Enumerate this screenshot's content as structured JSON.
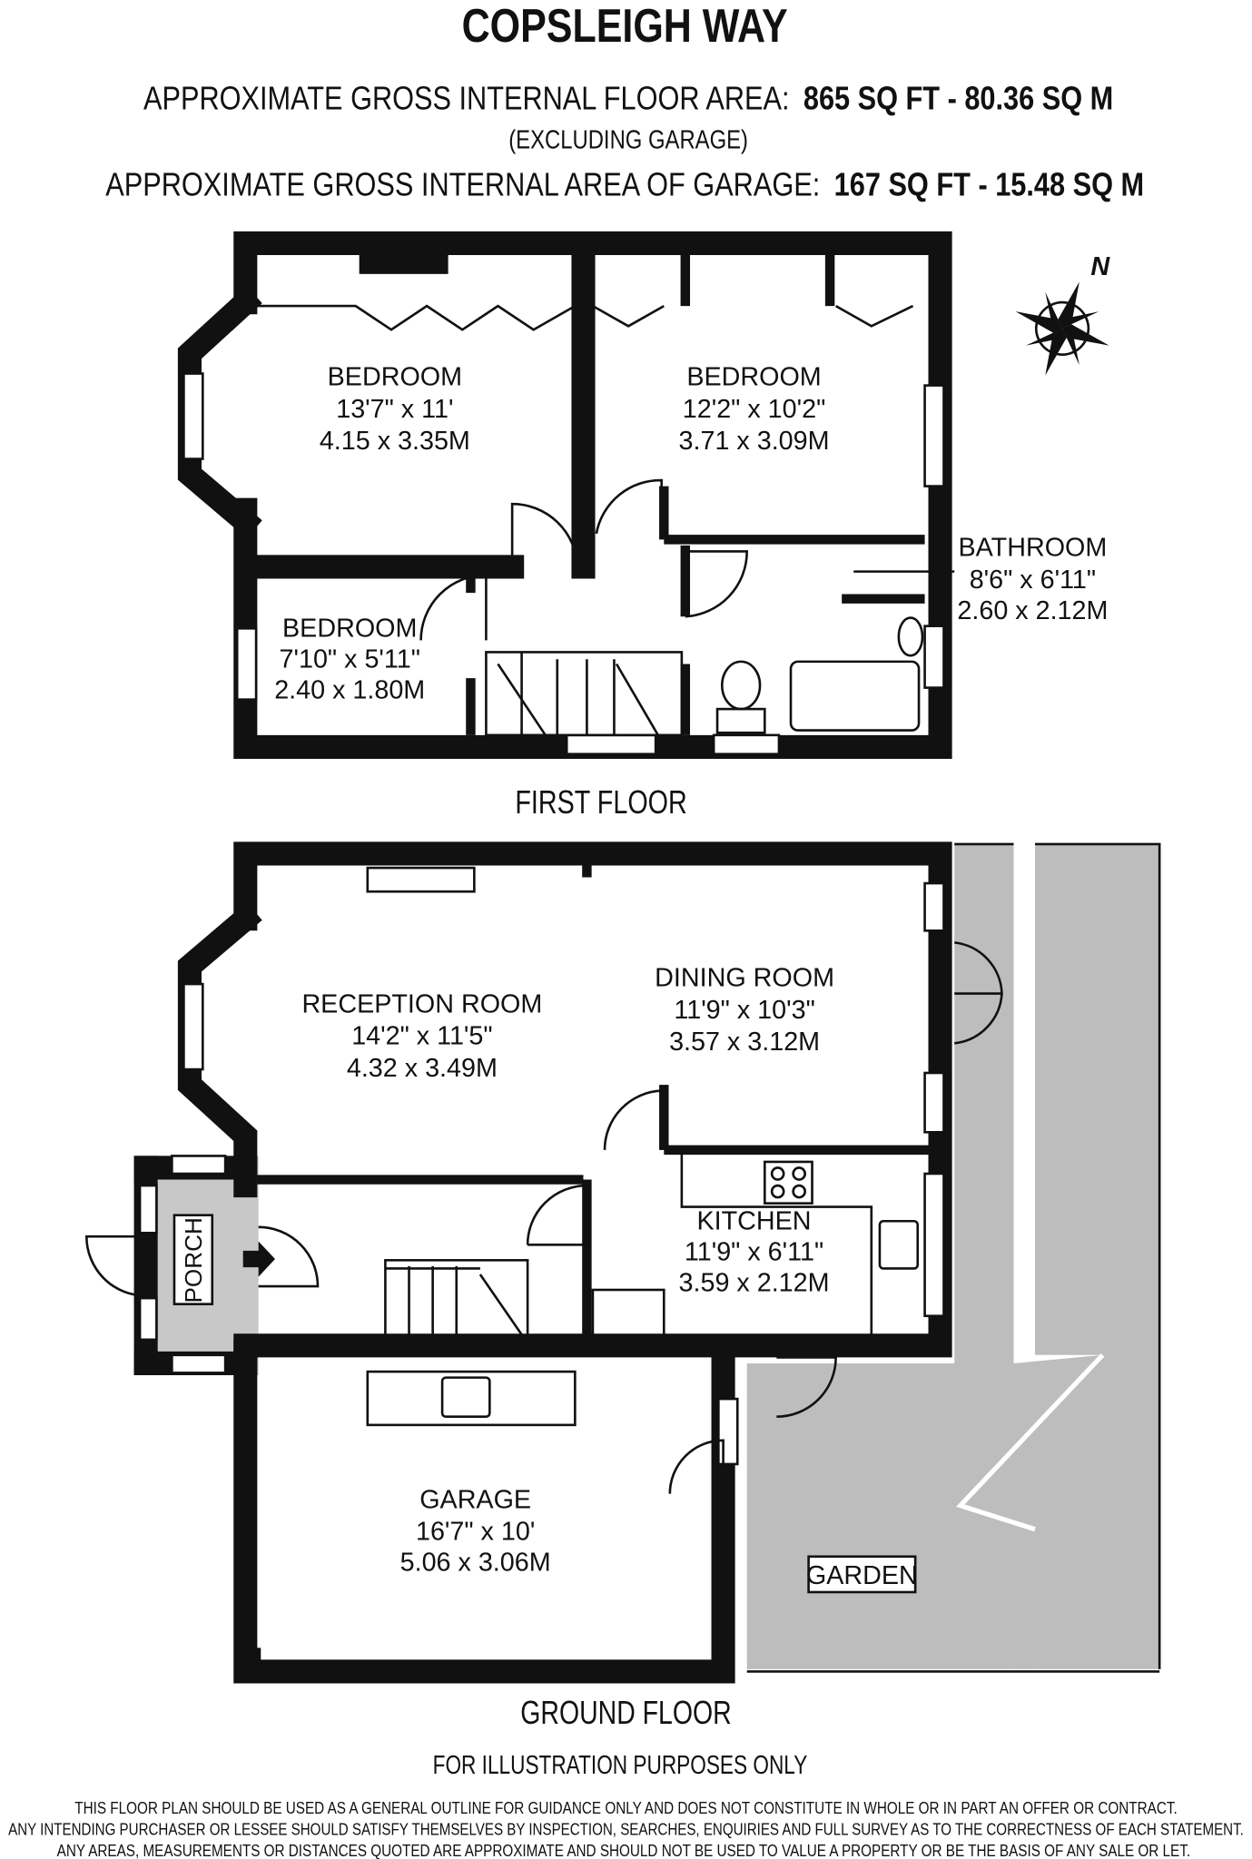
{
  "header": {
    "title": "COPSLEIGH WAY",
    "floor_area_label": "APPROXIMATE GROSS INTERNAL FLOOR AREA:",
    "floor_area_value": "865 SQ FT  -  80.36 SQ M",
    "excluding": "(EXCLUDING GARAGE)",
    "garage_area_label": "APPROXIMATE GROSS INTERNAL AREA OF GARAGE:",
    "garage_area_value": "167 SQ FT  -  15.48 SQ M"
  },
  "compass": {
    "north": "N"
  },
  "first_floor": {
    "label": "FIRST FLOOR",
    "rooms": [
      {
        "name": "BEDROOM",
        "imperial": "13'7\" x 11'",
        "metric": "4.15 x 3.35M"
      },
      {
        "name": "BEDROOM",
        "imperial": "12'2\" x 10'2\"",
        "metric": "3.71 x 3.09M"
      },
      {
        "name": "BEDROOM",
        "imperial": "7'10\" x 5'11\"",
        "metric": "2.40 x 1.80M"
      },
      {
        "name": "BATHROOM",
        "imperial": "8'6\" x 6'11\"",
        "metric": "2.60 x 2.12M"
      }
    ]
  },
  "ground_floor": {
    "label": "GROUND FLOOR",
    "rooms": [
      {
        "name": "RECEPTION ROOM",
        "imperial": "14'2\" x 11'5\"",
        "metric": "4.32 x 3.49M"
      },
      {
        "name": "DINING ROOM",
        "imperial": "11'9\" x 10'3\"",
        "metric": "3.57 x 3.12M"
      },
      {
        "name": "KITCHEN",
        "imperial": "11'9\" x 6'11\"",
        "metric": "3.59 x 2.12M"
      },
      {
        "name": "GARAGE",
        "imperial": "16'7\" x 10'",
        "metric": "5.06 x 3.06M"
      }
    ],
    "porch": "PORCH",
    "garden": "GARDEN"
  },
  "footer": {
    "illustration": "FOR ILLUSTRATION PURPOSES ONLY",
    "disclaimer": [
      "THIS FLOOR PLAN SHOULD BE USED AS A GENERAL OUTLINE FOR GUIDANCE ONLY AND DOES NOT CONSTITUTE IN WHOLE OR IN PART AN OFFER OR CONTRACT.",
      "ANY INTENDING PURCHASER OR LESSEE SHOULD SATISFY THEMSELVES BY INSPECTION, SEARCHES, ENQUIRIES AND FULL SURVEY AS TO THE CORRECTNESS OF EACH STATEMENT.",
      "ANY AREAS, MEASUREMENTS OR DISTANCES QUOTED ARE APPROXIMATE AND SHOULD NOT BE USED TO VALUE A PROPERTY OR BE THE BASIS OF ANY SALE OR LET."
    ]
  },
  "colors": {
    "wall": "#111111",
    "garden": "#bdbdbd",
    "porch": "#c8c8c8"
  }
}
